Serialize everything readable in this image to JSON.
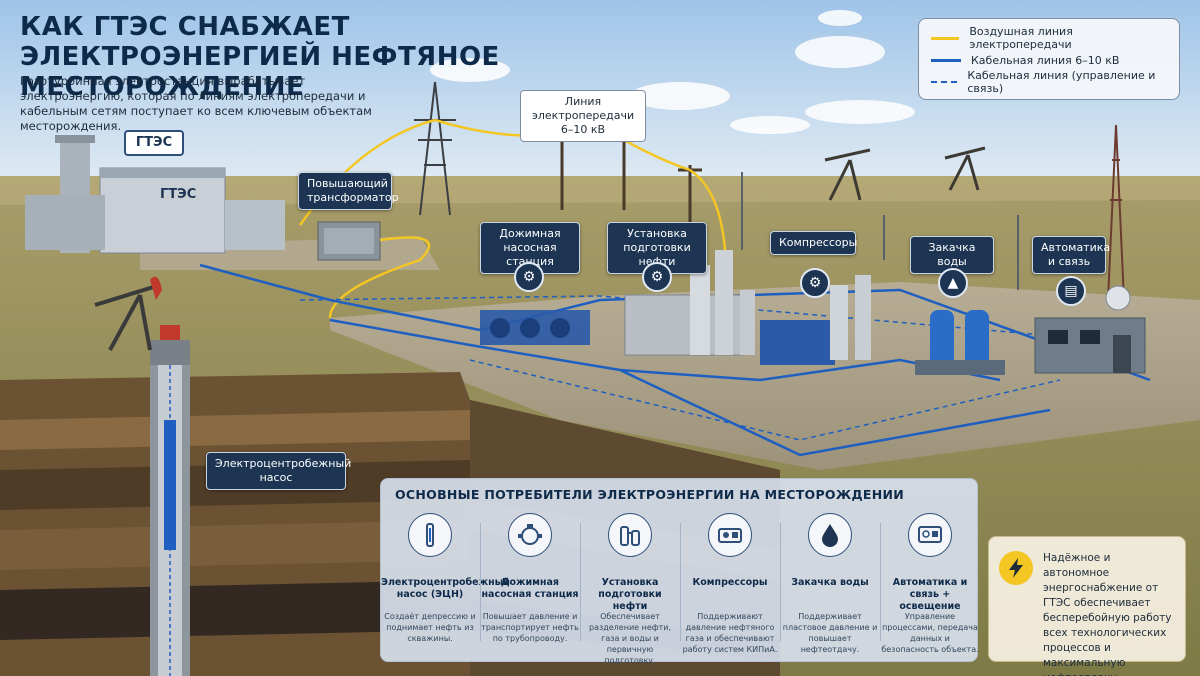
{
  "title": "КАК ГТЭС СНАБЖАЕТ ЭЛЕКТРОЭНЕРГИЕЙ НЕФТЯНОЕ МЕСТОРОЖДЕНИЕ",
  "subtitle": "Газотурбинная электростанция вырабатывает электроэнергию, которая по линиям электропередачи и кабельным сетям поступает ко всем ключевым объектам месторождения.",
  "legend": [
    {
      "label": "Воздушная линия электропередачи",
      "color": "#f3c623",
      "style": "solid"
    },
    {
      "label": "Кабельная линия 6–10 кВ",
      "color": "#1f5fc0",
      "style": "solid"
    },
    {
      "label": "Кабельная линия (управление и связь)",
      "color": "#1f5fc0",
      "style": "dashed"
    }
  ],
  "labels": {
    "gtes_tag": "ГТЭС",
    "gtes_wall": "ГТЭС",
    "power_line": "Линия электропередачи 6–10 кВ",
    "transformer": "Повышающий трансформатор",
    "booster": "Дожимная насосная станция",
    "oil_treatment": "Установка подготовки нефти",
    "compressors": "Компрессоры",
    "water_injection": "Закачка воды",
    "automation": "Автоматика и связь",
    "esp": "Электроцентробежный насос"
  },
  "panel": {
    "title": "ОСНОВНЫЕ ПОТРЕБИТЕЛИ ЭЛЕКТРОЭНЕРГИИ НА МЕСТОРОЖДЕНИИ",
    "items": [
      {
        "icon": "esp-pump-icon",
        "name": "Электроцентробежный насос (ЭЦН)",
        "desc": "Создаёт депрессию и поднимает нефть из скважины."
      },
      {
        "icon": "pump-station-icon",
        "name": "Дожимная насосная станция",
        "desc": "Повышает давление и транспортирует нефть по трубопроводу."
      },
      {
        "icon": "oil-treatment-icon",
        "name": "Установка подготовки нефти",
        "desc": "Обеспечивает разделение нефти, газа и воды и первичную подготовку."
      },
      {
        "icon": "compressor-icon",
        "name": "Компрессоры",
        "desc": "Поддерживают давление нефтяного газа и обеспечивают работу систем КИПиА."
      },
      {
        "icon": "water-drop-icon",
        "name": "Закачка воды",
        "desc": "Поддерживает пластовое давление и повышает нефтеотдачу."
      },
      {
        "icon": "automation-icon",
        "name": "Автоматика и связь + освещение",
        "desc": "Управление процессами, передача данных и безопасность объекта."
      }
    ]
  },
  "note": "Надёжное и автономное энергоснабжение от ГТЭС обеспечивает бесперебойную работу всех технологических процессов и максимальную нефтеотдачу."
}
